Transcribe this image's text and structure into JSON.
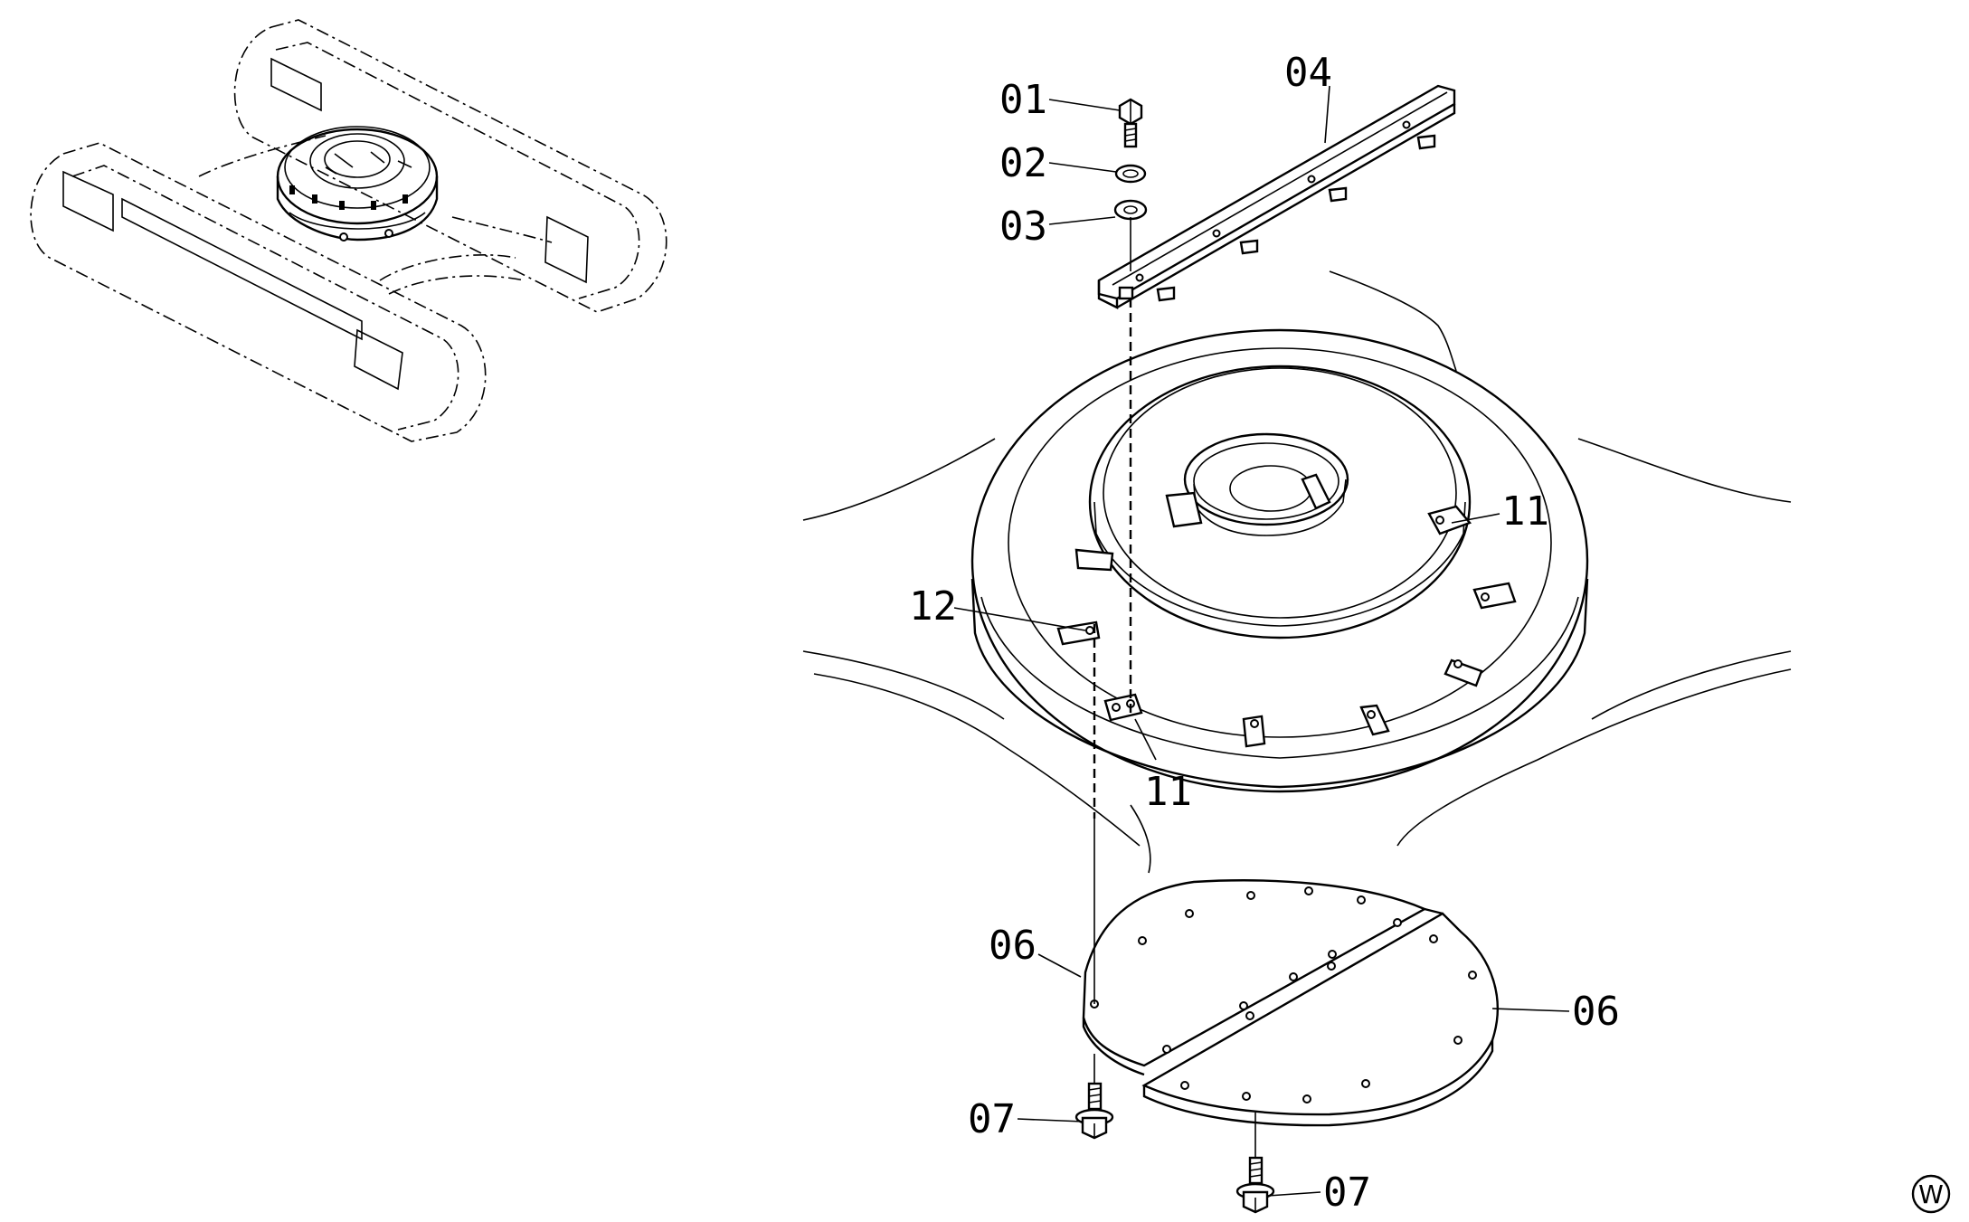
{
  "labels": {
    "p01": "01",
    "p02": "02",
    "p03": "03",
    "p04": "04",
    "p06a": "06",
    "p06b": "06",
    "p07a": "07",
    "p07b": "07",
    "p11a": "11",
    "p11b": "11",
    "p12": "12",
    "corner": "W"
  }
}
